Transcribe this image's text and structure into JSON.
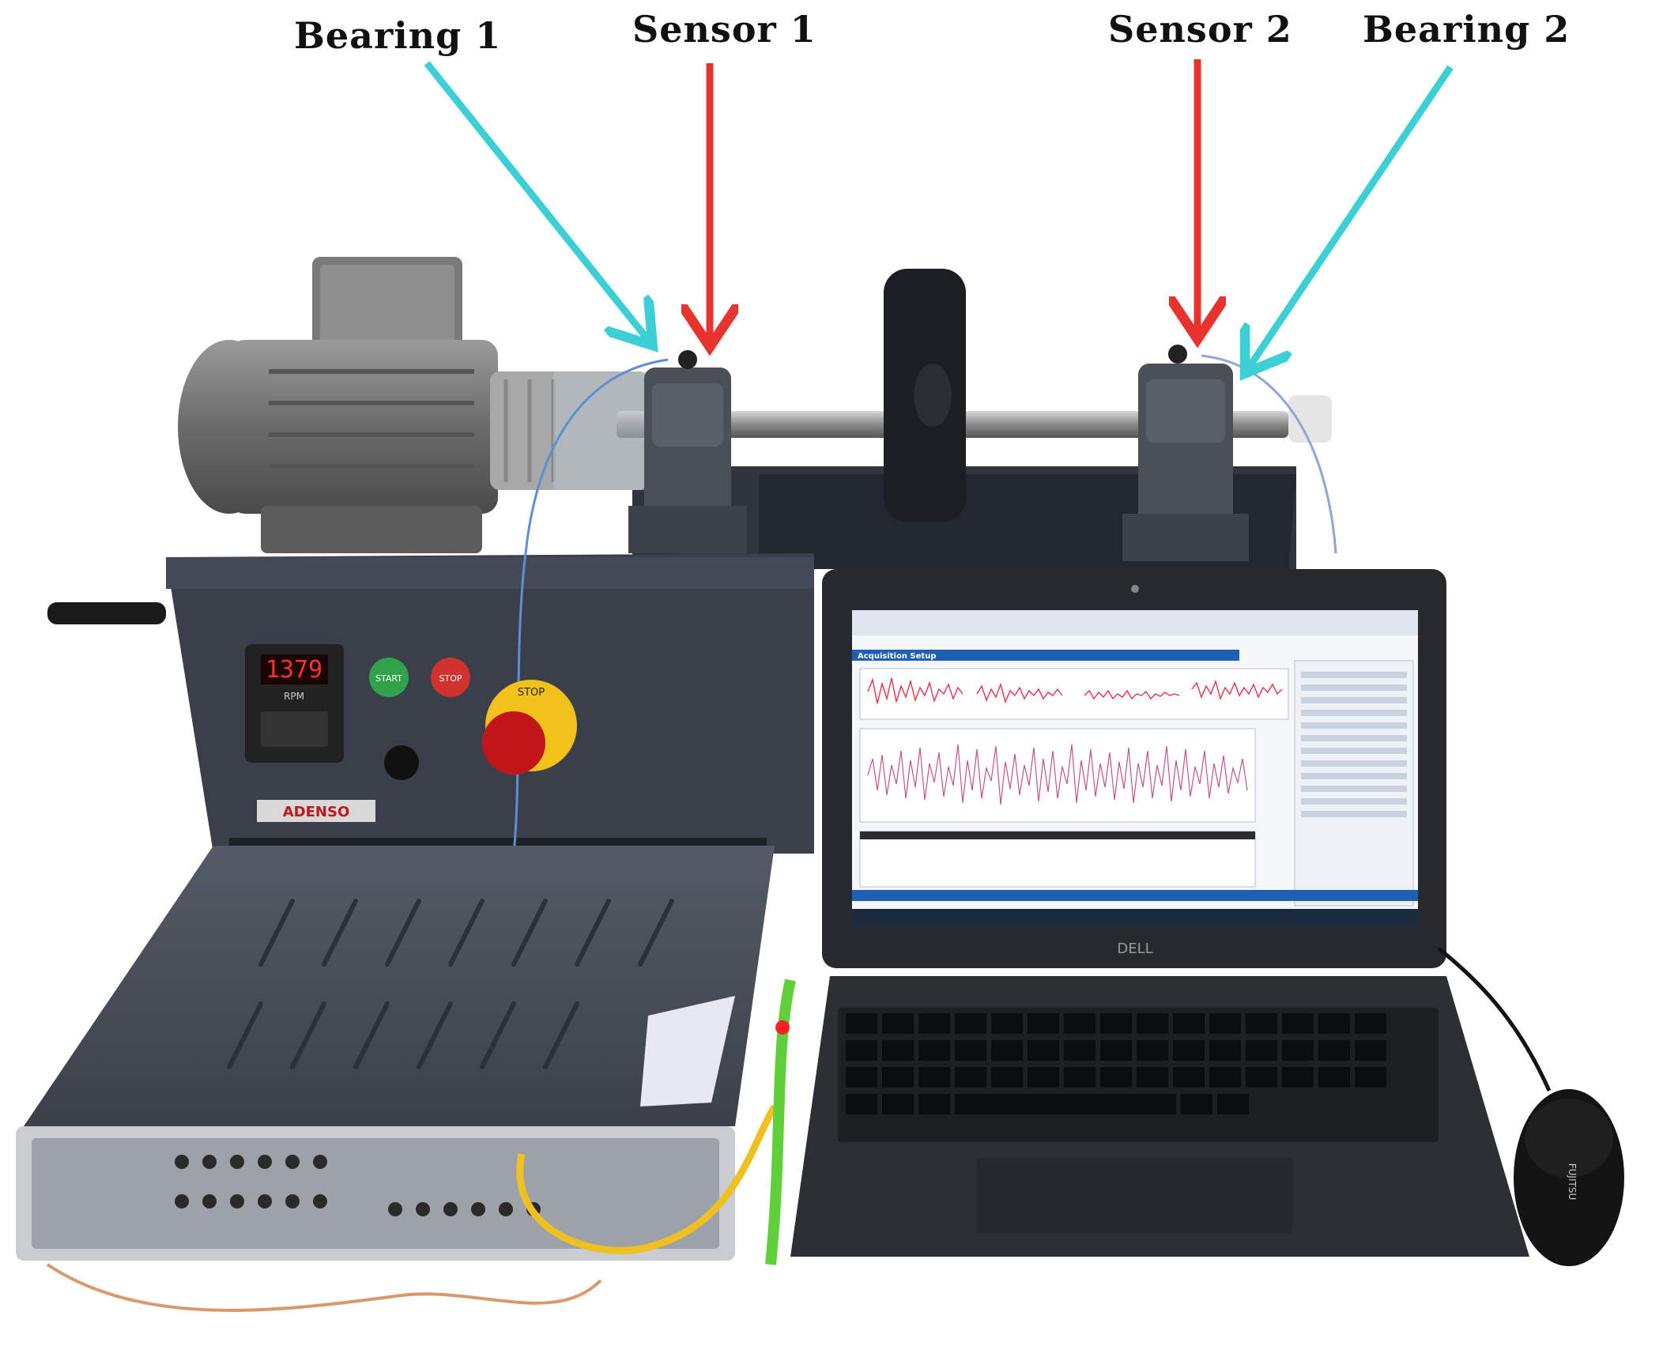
{
  "labels": {
    "bearing1": "Bearing 1",
    "sensor1": "Sensor 1",
    "sensor2": "Sensor 2",
    "bearing2": "Bearing 2"
  },
  "equipment": {
    "rpm_display": "1379",
    "rpm_unit": "RPM",
    "start_button": "START",
    "stop_button": "STOP",
    "emergency_label": "STOP",
    "brand": "ADENSO"
  },
  "laptop": {
    "app_title": "Acquisition Setup",
    "brand": "DELL",
    "mouse_brand": "FUJITSU"
  },
  "colors": {
    "bearing_arrow": "#3ccfd6",
    "sensor_arrow": "#e8322e",
    "rig_body": "#3a3f49",
    "signal_red": "#e0324a",
    "signal_pink": "#c0558a",
    "cable_yellow": "#f0c020",
    "lanyard_green": "#5fcf3a"
  }
}
